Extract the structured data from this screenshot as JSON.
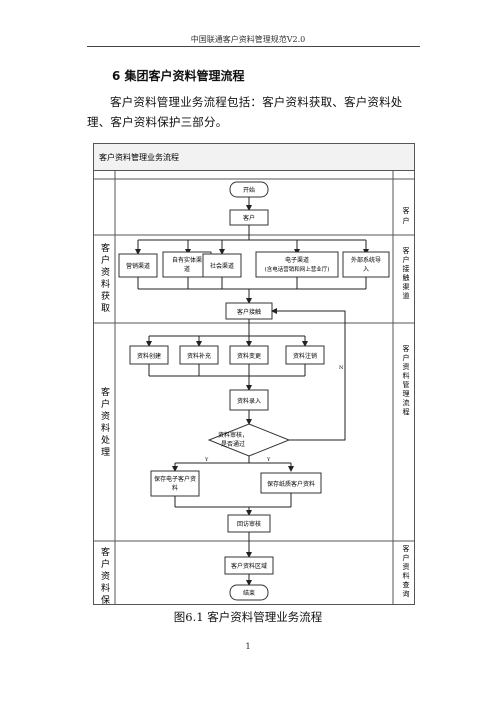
{
  "header": {
    "text": "中国联通客户资料管理规范V2.0"
  },
  "section": {
    "number": "6",
    "title": "集团客户资料管理流程"
  },
  "intro": "客户资料管理业务流程包括：客户资料获取、客户资料处理、客户资料保护三部分。",
  "flowchart": {
    "title": "客户资料管理业务流程",
    "lanes_left": [
      "客户资料获取",
      "客户资料处理",
      "客户资料保护"
    ],
    "lanes_right": [
      "客户",
      "客户接触渠道",
      "客户资料管理流程",
      "客户资料查询"
    ],
    "nodes": {
      "start": "开始",
      "customer": "客户",
      "ch1": "营销渠道",
      "ch2_l1": "自有实体渠",
      "ch2_l2": "道",
      "ch3": "社会渠道",
      "ch4_l1": "电子渠道",
      "ch4_l2": "(含电话营销和网上营业厅)",
      "ch5_l1": "外部系统导",
      "ch5_l2": "入",
      "contact": "客户接触",
      "p1": "资料创建",
      "p2": "资料补充",
      "p3": "资料变更",
      "p4": "资料注销",
      "entry": "资料录入",
      "check_l1": "资料审核，",
      "check_l2": "是否通过",
      "save_e_l1": "保存电子客户资",
      "save_e_l2": "料",
      "save_p": "保存纸质客户资料",
      "review": "回访审核",
      "zone": "客户资料区域",
      "end": "结束"
    },
    "edge_labels": {
      "yes_left": "Y",
      "yes_right": "Y",
      "no": "N"
    }
  },
  "caption": "图6.1 客户资料管理业务流程",
  "page_number": "1"
}
